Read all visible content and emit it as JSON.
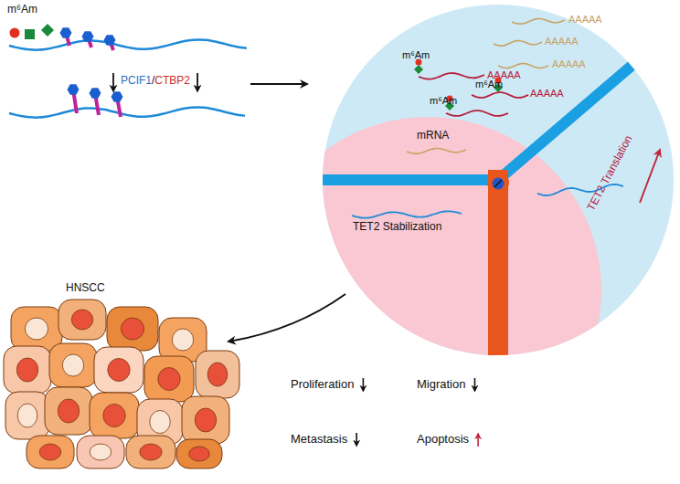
{
  "diagram": {
    "labels": [
      "m⁶Am",
      "PCIF1",
      "/",
      "CTBP2",
      "m⁶Am",
      "m⁶Am",
      "m⁶Am",
      "AAAAA",
      "AAAAA",
      "AAAAA",
      "AAAAA",
      "AAAAA",
      "mRNA",
      "TET2 Translation",
      "TET2 Stabilization",
      "HNSCC",
      "Proliferation",
      "Migration",
      "Metastasis",
      "Apoptosis"
    ]
  }
}
